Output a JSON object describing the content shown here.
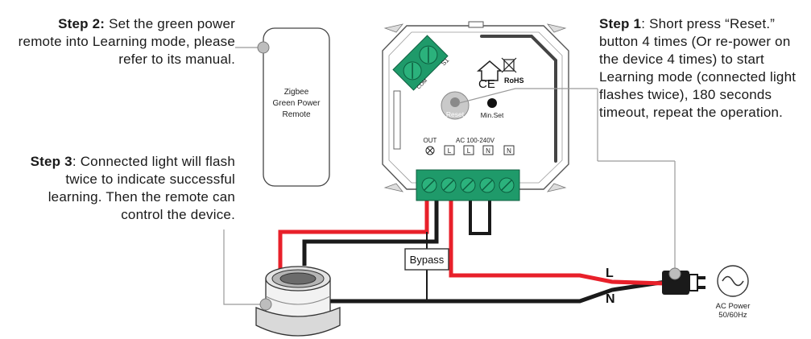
{
  "steps": {
    "step2": {
      "title": "Step 2:",
      "text": " Set the green power remote into Learning mode, please refer to its manual."
    },
    "step3": {
      "title": "Step 3",
      "text": ": Connected light will flash twice to indicate successful learning. Then the remote can control the device."
    },
    "step1": {
      "title": "Step 1",
      "text": ": Short press “Reset.” button 4 times (Or re-power on the device 4 times) to start Learning mode (connected light flashes twice), 180 seconds timeout, repeat the operation."
    }
  },
  "remote": {
    "line1": "Zigbee",
    "line2": "Green Power",
    "line3": "Remote"
  },
  "device": {
    "reset_label": "Reset",
    "minset_label": "Min.Set",
    "out_label": "OUT",
    "ac_label": "AC 100-240V",
    "terminals": [
      "L",
      "L",
      "N",
      "N"
    ],
    "s1_label": "S1",
    "com_label": "COM",
    "ce_mark": "CE",
    "rohs_mark": "RoHS"
  },
  "bypass_label": "Bypass",
  "wires": {
    "l_label": "L",
    "n_label": "N"
  },
  "power": {
    "line1": "AC Power",
    "line2": "50/60Hz"
  },
  "colors": {
    "live": "#e8202a",
    "neutral": "#1a1a1a",
    "terminal": "#1f9a6a",
    "callout": "#9a9a9a",
    "marker": "#bdbdbd"
  }
}
